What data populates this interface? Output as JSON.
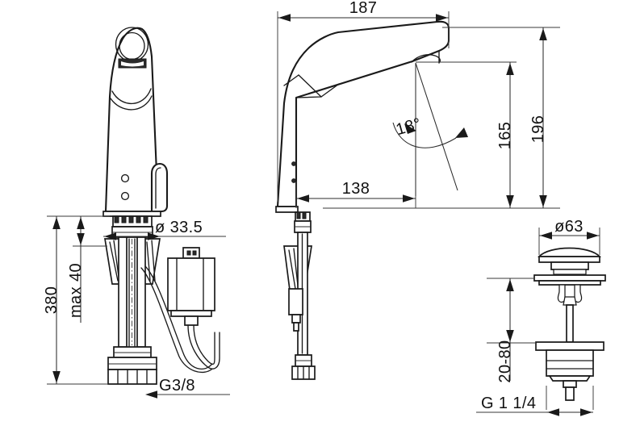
{
  "drawing": {
    "title": "Electronic sensor basin faucet — dimensioned technical drawing",
    "units": "mm",
    "background_color": "#ffffff",
    "line_color": "#1a1a1a",
    "text_color": "#111111"
  },
  "views": [
    {
      "id": "front-view",
      "name": "front-elevation-with-power-supply",
      "position": "left"
    },
    {
      "id": "side-view",
      "name": "side-elevation-spout-profile",
      "position": "center"
    },
    {
      "id": "drain-view",
      "name": "pop-up-waste-drain-assembly",
      "position": "right"
    }
  ],
  "dimensions": {
    "front": {
      "total_height": "380",
      "mounting_thickness": "max 40",
      "base_diameter": "ø 33.5",
      "supply_thread": "G3/8"
    },
    "side": {
      "depth": "187",
      "spout_reach": "138",
      "spout_outlet_height": "165",
      "overall_height": "196",
      "spray_angle": "18°"
    },
    "drain": {
      "cap_diameter": "ø63",
      "adjustment_range": "20-80",
      "outlet_thread": "G 1 1/4"
    }
  }
}
